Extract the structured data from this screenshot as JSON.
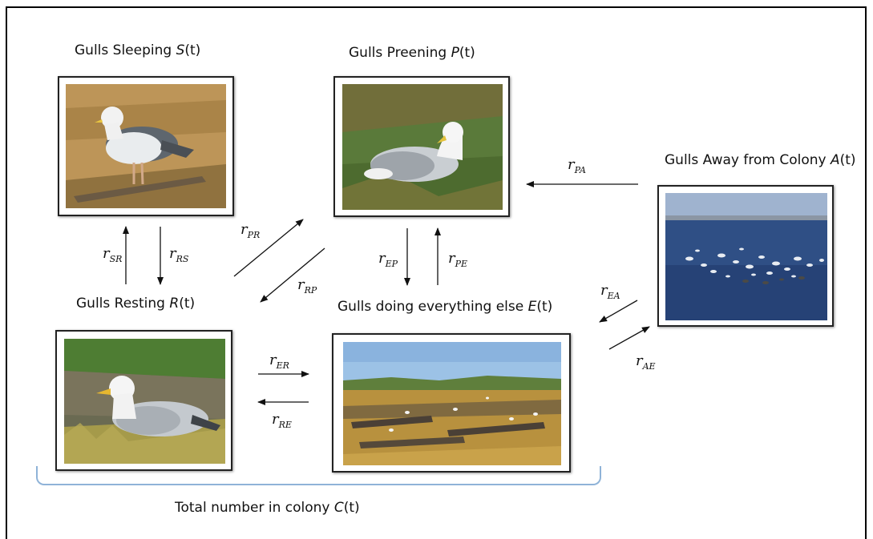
{
  "nodes": {
    "sleeping": {
      "text": "Gulls Sleeping ",
      "var": "S",
      "arg": "(t)"
    },
    "preening": {
      "text": "Gulls Preening ",
      "var": "P",
      "arg": "(t)"
    },
    "away": {
      "text": "Gulls Away from Colony ",
      "var": "A",
      "arg": "(t)"
    },
    "resting": {
      "text": "Gulls Resting ",
      "var": "R",
      "arg": "(t)"
    },
    "else": {
      "text": "Gulls doing everything else ",
      "var": "E",
      "arg": "(t)"
    }
  },
  "total": {
    "text": "Total number in colony ",
    "var": "C",
    "arg": "(t)"
  },
  "rates": {
    "sr": {
      "r": "r",
      "sub": "SR"
    },
    "rs": {
      "r": "r",
      "sub": "RS"
    },
    "pr": {
      "r": "r",
      "sub": "PR"
    },
    "rp": {
      "r": "r",
      "sub": "RP"
    },
    "ep": {
      "r": "r",
      "sub": "EP"
    },
    "pe": {
      "r": "r",
      "sub": "PE"
    },
    "pa": {
      "r": "r",
      "sub": "PA"
    },
    "ea": {
      "r": "r",
      "sub": "EA"
    },
    "ae": {
      "r": "r",
      "sub": "AE"
    },
    "er": {
      "r": "r",
      "sub": "ER"
    },
    "re": {
      "r": "r",
      "sub": "RE"
    }
  }
}
